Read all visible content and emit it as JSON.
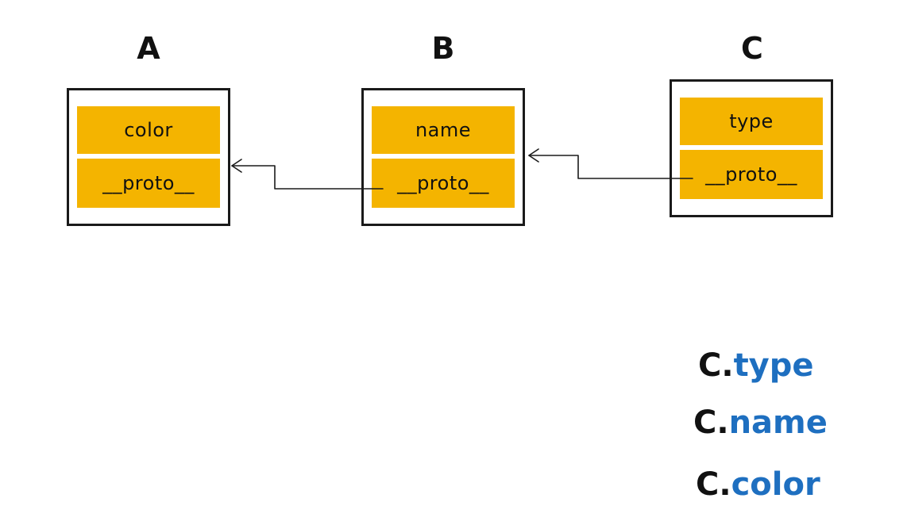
{
  "colors": {
    "field": "#f4b400",
    "border": "#1a1a1a",
    "property": "#1e6fc0",
    "text": "#111111"
  },
  "nodes": [
    {
      "title": "A",
      "fields": [
        "color",
        "__proto__"
      ]
    },
    {
      "title": "B",
      "fields": [
        "name",
        "__proto__"
      ]
    },
    {
      "title": "C",
      "fields": [
        "type",
        "__proto__"
      ]
    }
  ],
  "expressions": [
    {
      "object": "C.",
      "property": "type"
    },
    {
      "object": "C.",
      "property": "name"
    },
    {
      "object": "C.",
      "property": "color"
    }
  ]
}
